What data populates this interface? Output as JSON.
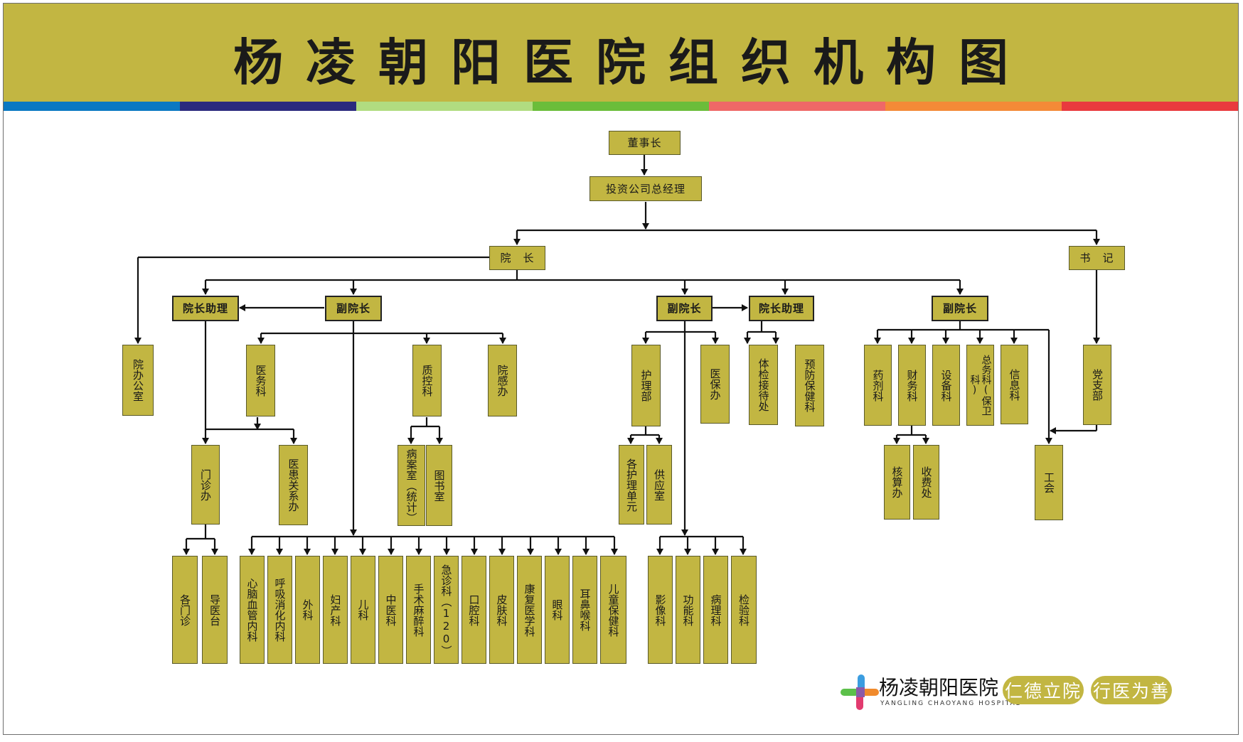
{
  "title": "杨凌朝阳医院组织机构图",
  "colors": {
    "accent": "#c2b642",
    "stripe": [
      "#0a78c2",
      "#2b2a7e",
      "#b1dc80",
      "#6bbd3a",
      "#ef6867",
      "#f48a37",
      "#e93a3e"
    ]
  },
  "nodes": {
    "chairman": "董事长",
    "gm": "投资公司总经理",
    "president": "院　长",
    "secretary": "书　记",
    "asst_left": "院长助理",
    "vp_left": "副院长",
    "vp_mid": "副院长",
    "asst_mid": "院长助理",
    "vp_right": "副院长",
    "office": "院办公室",
    "medical_affairs": "医务科",
    "quality": "质控科",
    "infection": "院感办",
    "outpatient_office": "门诊办",
    "patient_relations": "医患关系办",
    "records": "病案室（统计）",
    "library": "图书室",
    "nursing": "护理部",
    "med_insurance": "医保办",
    "physical_exam": "体检接待处",
    "prevention": "预防保健科",
    "nursing_units": "各护理单元",
    "supply": "供应室",
    "pharmacy": "药剂科",
    "finance": "财务科",
    "equipment": "设备科",
    "general_affairs": "总务科(保卫科)",
    "information": "信息科",
    "accounting": "核算办",
    "cashier": "收费处",
    "party_branch": "党支部",
    "union": "工会",
    "clinics": "各门诊",
    "guide_desk": "导医台",
    "cardio": "心脑血管内科",
    "respiratory": "呼吸消化内科",
    "surgery": "外科",
    "obgyn": "妇产科",
    "pediatrics": "儿科",
    "tcm": "中医科",
    "anesthesia": "手术麻醉科",
    "emergency": "急诊科（120）",
    "dental": "口腔科",
    "dermatology": "皮肤科",
    "rehab": "康复医学科",
    "ophthalmology": "眼科",
    "ent": "耳鼻喉科",
    "child_health": "儿童保健科",
    "imaging": "影像科",
    "function": "功能科",
    "pathology": "病理科",
    "lab": "检验科"
  },
  "footer": {
    "hospital_name": "杨凌朝阳医院",
    "hospital_name_en": "YANGLING CHAOYANG HOSPITAL",
    "motto_1": "仁德立院",
    "motto_2": "行医为善"
  }
}
